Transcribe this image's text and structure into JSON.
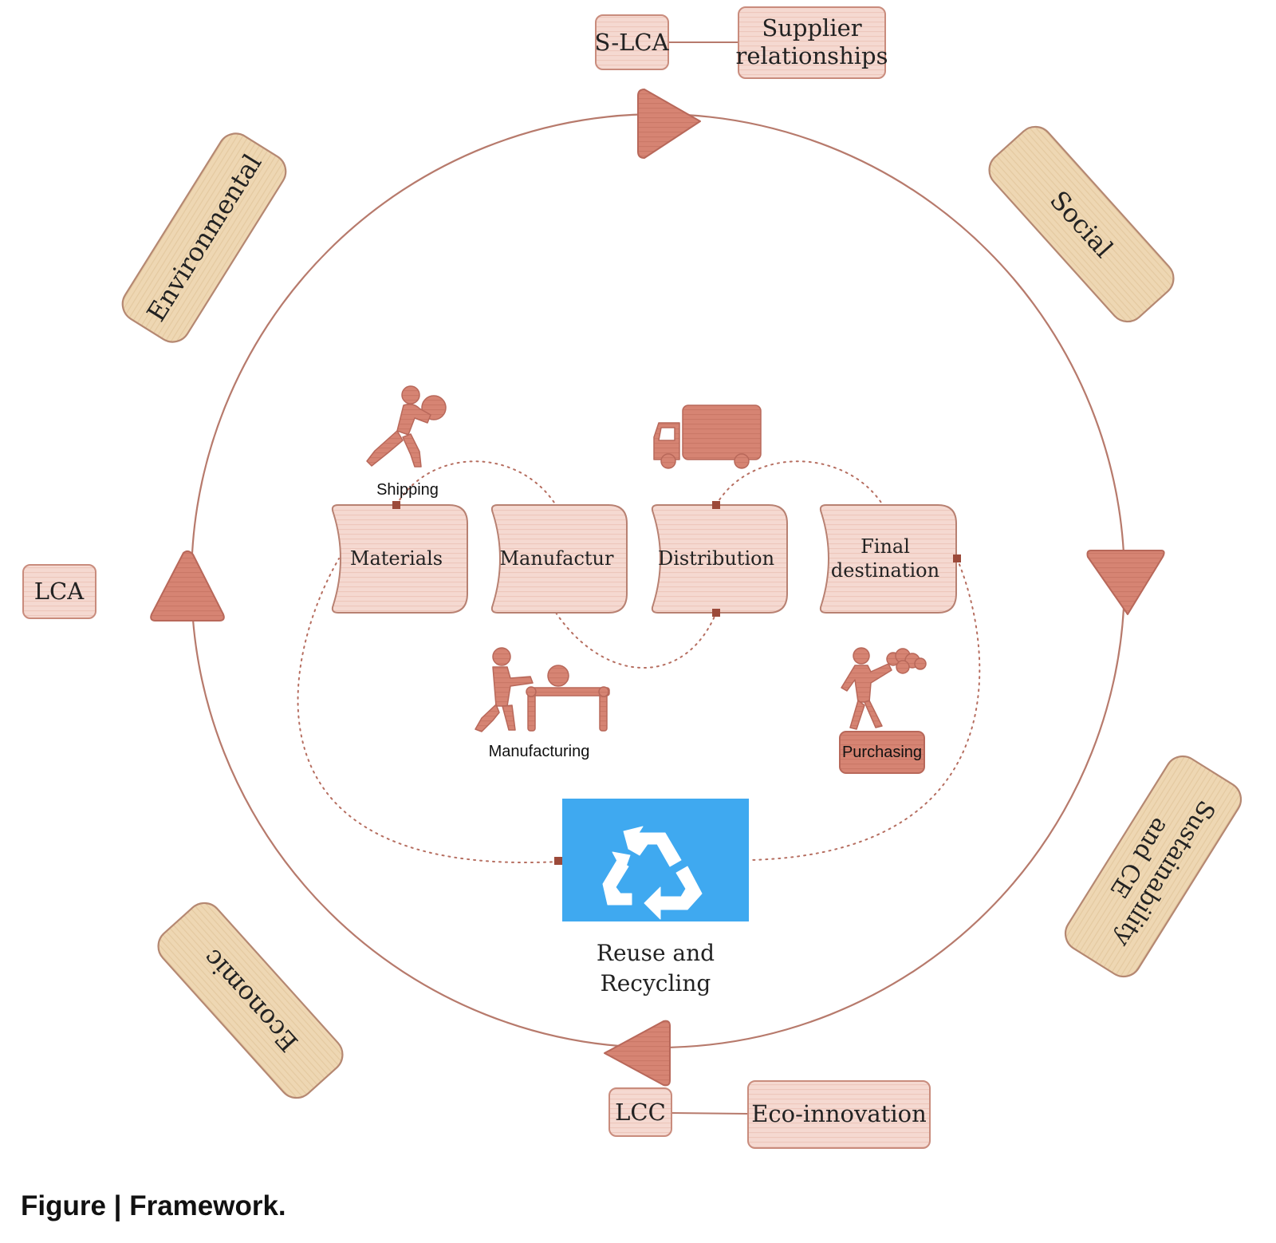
{
  "colors": {
    "terracotta": "#d17e6c",
    "terracotta_dark": "#a85a49",
    "pink_fill": "#f3d3cb",
    "pink_stroke": "#c98c7d",
    "tan_fill": "#ecd4ad",
    "tan_stroke": "#b58872",
    "circle_stroke": "#b77a6c",
    "recycle_blue": "#3fa9f0",
    "text_dark": "#222222"
  },
  "dimension_labels": {
    "environmental": "Environmental",
    "social": "Social",
    "economic": "Economic",
    "sustainability_line1": "Sustainability",
    "sustainability_line2": "and CE"
  },
  "assessment_labels": {
    "slca": "S-LCA",
    "supplier_line1": "Supplier",
    "supplier_line2": "relationships",
    "lca": "LCA",
    "lcc": "LCC",
    "eco_innovation": "Eco-innovation"
  },
  "stages": {
    "materials": "Materials",
    "manufactur": "Manufactur",
    "distribution": "Distribution",
    "final_line1": "Final",
    "final_line2": "destination"
  },
  "activities": {
    "shipping": "Shipping",
    "manufacturing": "Manufacturing",
    "purchasing": "Purchasing"
  },
  "recycling": {
    "icon": "recycle-icon",
    "label_line1": "Reuse and",
    "label_line2": "Recycling"
  },
  "icons": {
    "shipping": "person-carrying-icon",
    "truck": "delivery-truck-icon",
    "manufacturing": "worker-at-table-icon",
    "purchasing": "shopper-icon"
  },
  "caption": "Figure | Framework."
}
